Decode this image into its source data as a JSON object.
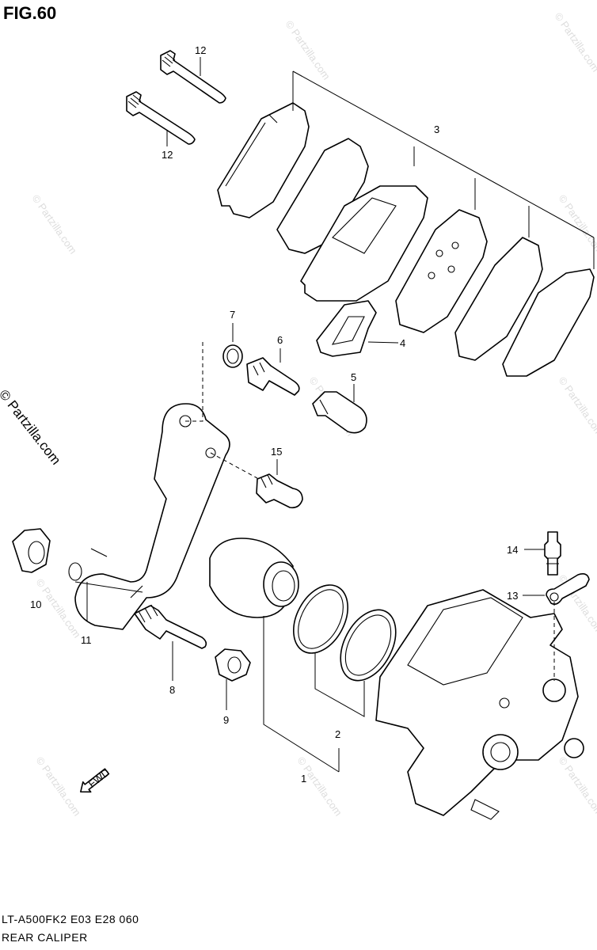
{
  "figure": {
    "title": "FIG.60",
    "model_code": "LT-A500FK2  E03  E28  060",
    "section_title": "REAR CALIPER"
  },
  "watermark": {
    "text": "© Partzilla.com",
    "faint_text": "© Partzilla.com"
  },
  "callouts": {
    "c1": "1",
    "c2": "2",
    "c3": "3",
    "c4": "4",
    "c5": "5",
    "c6": "6",
    "c7": "7",
    "c8": "8",
    "c9": "9",
    "c10": "10",
    "c11": "11",
    "c12a": "12",
    "c12b": "12",
    "c13": "13",
    "c14": "14",
    "c15": "15"
  },
  "direction_marker": {
    "text": "FWD"
  }
}
